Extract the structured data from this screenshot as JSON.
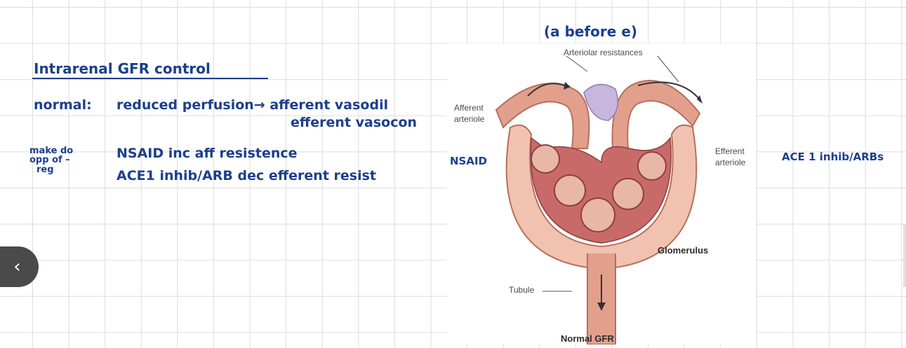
{
  "notes": {
    "top_fragment": "″",
    "title": "Intrarenal GFR control",
    "normal_label": "normal:",
    "normal_line1": "reduced perfusion→ afferent vasodil",
    "normal_line2": "efferent vasocon",
    "side_label": [
      "make do",
      "opp of  –",
      "reg"
    ],
    "nsaid_line": "NSAID inc aff resistence",
    "ace_line": "ACE1 inhib/ARB dec efferent resist"
  },
  "diagram": {
    "header_annotation": "(a before e)",
    "arteriolar_label": "Arteriolar resistances",
    "afferent_label": [
      "Afferent",
      "arteriole"
    ],
    "efferent_label": [
      "Efferent",
      "arteriole"
    ],
    "glomerulus_label": "Glomerulus",
    "tubule_label": "Tubule",
    "caption": "Normal GFR",
    "left_annotation": "NSAID",
    "right_annotation": "ACE 1 inhib/ARBs"
  },
  "nav": {
    "back_glyph": "‹"
  },
  "colors": {
    "ink": "#1c3f8c",
    "vessel": "#e2a08c",
    "tissue": "#c86a6a",
    "capsule": "#f2c2b0"
  }
}
